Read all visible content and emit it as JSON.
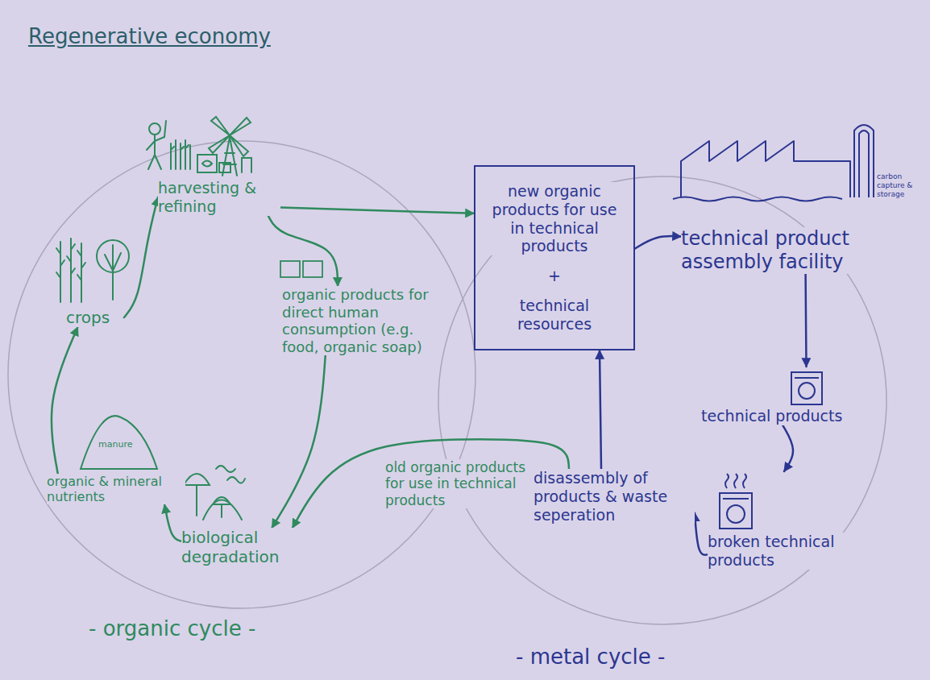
{
  "diagram": {
    "title": "Regenerative economy",
    "nodes": [
      {
        "text": [
          "harvesting & refining"
        ]
      },
      {
        "text": [
          "organic products for direct human consumption (e.g. food, organic soap)"
        ]
      },
      {
        "text": [
          "new organic products for use in technical products",
          "+",
          "technical resources"
        ]
      },
      {
        "text": [
          "technical product assembly facility"
        ]
      },
      {
        "text": [
          "technical products"
        ]
      },
      {
        "text": [
          "broken technical products"
        ]
      },
      {
        "text": [
          "disassembly of products & waste seperation"
        ]
      },
      {
        "text": [
          "biological degradation"
        ]
      },
      {
        "text": [
          "organic & mineral nutrients"
        ]
      },
      {
        "text": [
          "crops"
        ]
      }
    ],
    "edges": [
      {
        "from": 9,
        "to": 0,
        "arrow": "to"
      },
      {
        "from": 0,
        "to": 2,
        "arrow": "to"
      },
      {
        "from": 0,
        "to": 1,
        "arrow": "to"
      },
      {
        "from": 1,
        "to": 7,
        "arrow": "to"
      },
      {
        "from": 7,
        "to": 8,
        "arrow": "to"
      },
      {
        "from": 8,
        "to": 9,
        "arrow": "to"
      },
      {
        "from": 2,
        "to": 3,
        "arrow": "to"
      },
      {
        "from": 3,
        "to": 4,
        "arrow": "to"
      },
      {
        "from": 4,
        "to": 5,
        "arrow": "to"
      },
      {
        "from": 5,
        "to": 6,
        "arrow": "to"
      },
      {
        "from": 6,
        "to": 2,
        "arrow": "to"
      },
      {
        "from": 6,
        "to": 7,
        "arrow": "to",
        "label": "old organic products for use in technical products"
      }
    ],
    "labels": [
      "carbon capture & storage",
      "manure",
      "- organic cycle -",
      "- metal cycle -"
    ]
  }
}
